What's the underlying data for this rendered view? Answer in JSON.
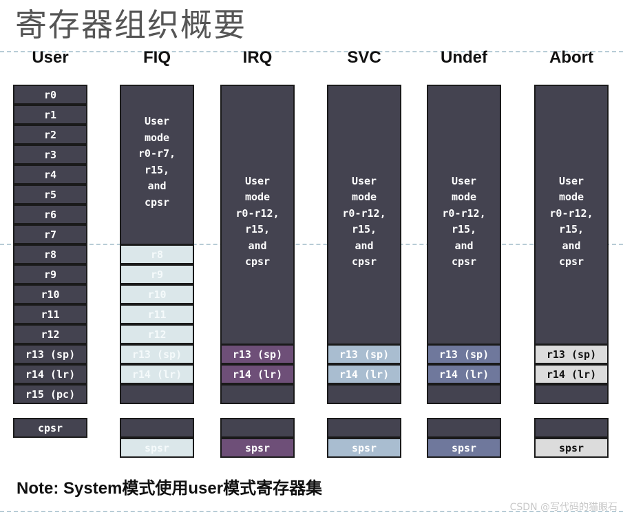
{
  "title": "寄存器组织概要",
  "note": "Note: System模式使用user模式寄存器集",
  "watermark": "CSDN @写代码的猫眼石",
  "colors": {
    "dark": "#444350",
    "fiq": "#dbe7ea",
    "irq": "#6e4f78",
    "svc": "#a9bdd0",
    "und": "#6f789c",
    "abt": "#dcdcdc"
  },
  "modes": [
    {
      "name": "User",
      "registers": [
        "r0",
        "r1",
        "r2",
        "r3",
        "r4",
        "r5",
        "r6",
        "r7",
        "r8",
        "r9",
        "r10",
        "r11",
        "r12",
        "r13 (sp)",
        "r14 (lr)",
        "r15 (pc)"
      ],
      "status": [
        "cpsr"
      ]
    },
    {
      "name": "FIQ",
      "shared": [
        "User",
        "mode",
        "r0-r7,",
        "r15,",
        "and",
        "cpsr"
      ],
      "banked": [
        "r8",
        "r9",
        "r10",
        "r11",
        "r12",
        "r13 (sp)",
        "r14 (lr)"
      ],
      "status": [
        "",
        "spsr"
      ]
    },
    {
      "name": "IRQ",
      "shared": [
        "User",
        "mode",
        "r0-r12,",
        "r15,",
        "and",
        "cpsr"
      ],
      "banked": [
        "r13 (sp)",
        "r14 (lr)"
      ],
      "status": [
        "",
        "spsr"
      ]
    },
    {
      "name": "SVC",
      "shared": [
        "User",
        "mode",
        "r0-r12,",
        "r15,",
        "and",
        "cpsr"
      ],
      "banked": [
        "r13 (sp)",
        "r14 (lr)"
      ],
      "status": [
        "",
        "spsr"
      ]
    },
    {
      "name": "Undef",
      "shared": [
        "User",
        "mode",
        "r0-r12,",
        "r15,",
        "and",
        "cpsr"
      ],
      "banked": [
        "r13 (sp)",
        "r14 (lr)"
      ],
      "status": [
        "",
        "spsr"
      ]
    },
    {
      "name": "Abort",
      "shared": [
        "User",
        "mode",
        "r0-r12,",
        "r15,",
        "and",
        "cpsr"
      ],
      "banked": [
        "r13 (sp)",
        "r14 (lr)"
      ],
      "status": [
        "",
        "spsr"
      ]
    }
  ]
}
